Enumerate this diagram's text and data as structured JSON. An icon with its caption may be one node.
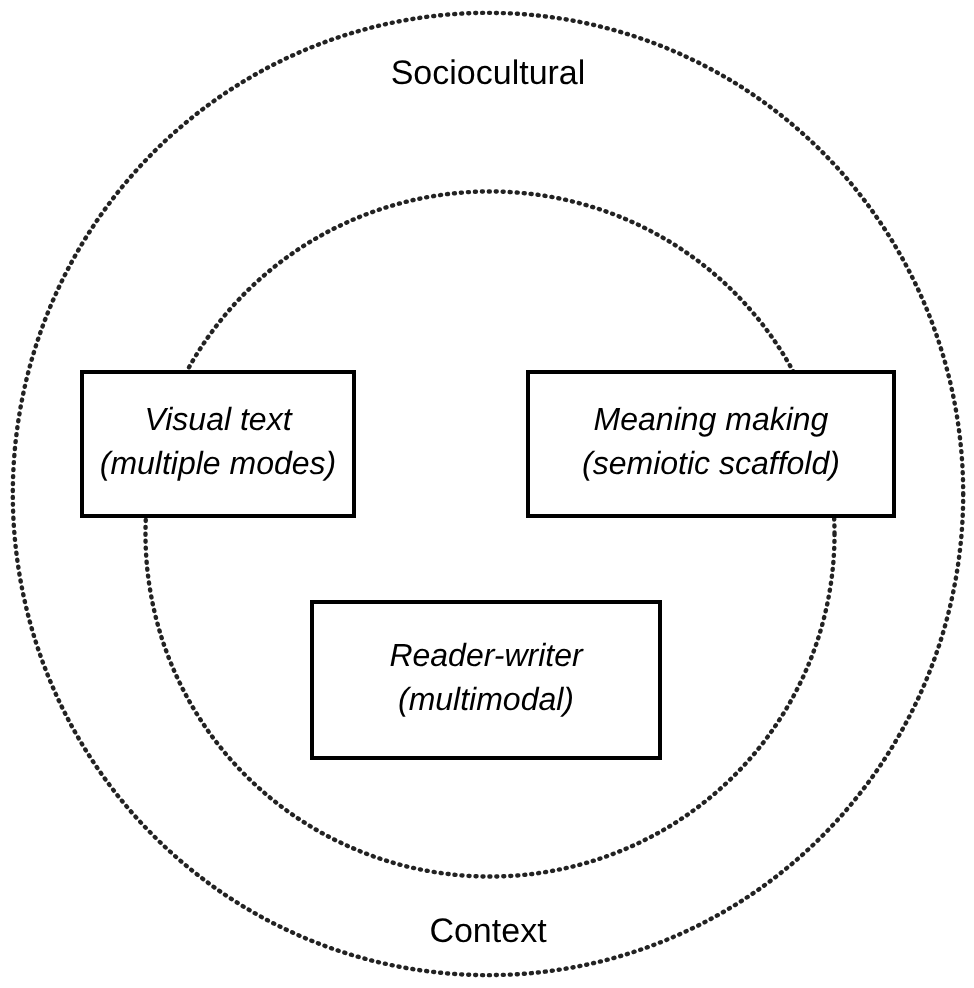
{
  "diagram": {
    "nodes": [
      {
        "text": [
          "Sociocultural",
          "Context"
        ]
      },
      {
        "text": [],
        "shape": "circle",
        "in": 0
      },
      {
        "text": [
          "Visual text",
          "(multiple modes)"
        ],
        "in": 0
      },
      {
        "text": [
          "Meaning making",
          "(semiotic scaffold)"
        ],
        "in": 0
      },
      {
        "text": [
          "Reader-writer",
          "(multimodal)"
        ],
        "in": 1
      }
    ]
  }
}
